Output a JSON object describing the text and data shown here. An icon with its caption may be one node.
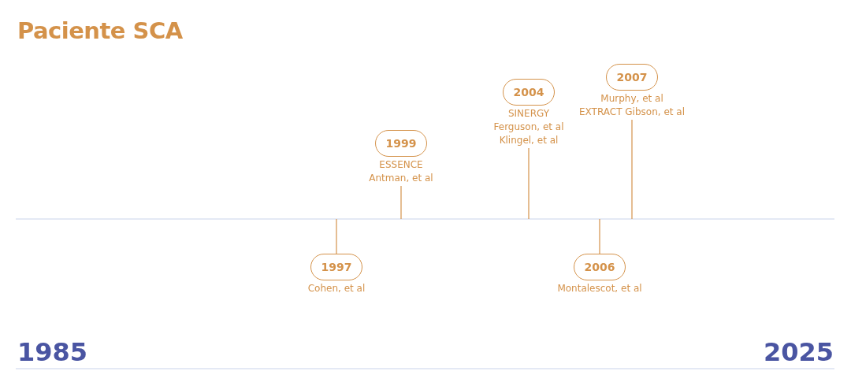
{
  "diagram": {
    "title": "Paciente SCA",
    "nodes": [
      {
        "text": [
          "1997"
        ],
        "beside": [
          "Cohen, et al"
        ]
      },
      {
        "text": [
          "1999"
        ],
        "beside": [
          "ESSENCE",
          "Antman, et al"
        ]
      },
      {
        "text": [
          "2004"
        ],
        "beside": [
          "SINERGY",
          "Ferguson, et al",
          "Klingel, et al"
        ]
      },
      {
        "text": [
          "2006"
        ],
        "beside": [
          "Montalescot, et al"
        ]
      },
      {
        "text": [
          "2007"
        ],
        "beside": [
          "Murphy, et al",
          "EXTRACT Gibson, et al"
        ]
      }
    ],
    "edges": [
      {
        "from": 0,
        "to": null,
        "arrow": "none"
      },
      {
        "from": 1,
        "to": null,
        "arrow": "none"
      },
      {
        "from": 2,
        "to": null,
        "arrow": "none"
      },
      {
        "from": 3,
        "to": null,
        "arrow": "none"
      },
      {
        "from": 4,
        "to": null,
        "arrow": "none"
      }
    ],
    "labels": [
      "1985",
      "2025"
    ]
  }
}
